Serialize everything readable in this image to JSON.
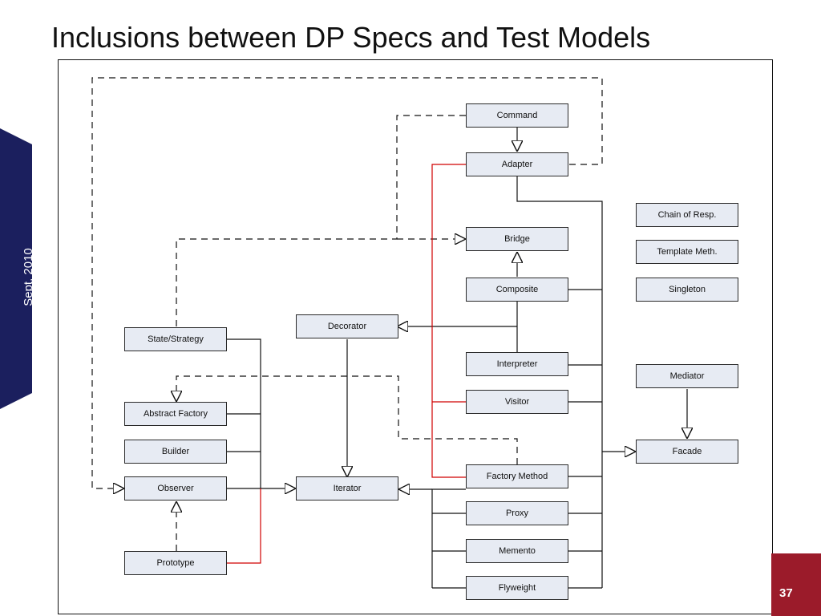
{
  "slide": {
    "title": "Inclusions between DP Specs and Test Models",
    "side_label": "Sept. 2010",
    "page_number": "37",
    "colors": {
      "sidebar": "#1b1f5e",
      "badge": "#9b1b2a",
      "box_fill": "#e7ebf3",
      "red_line": "#d00000"
    }
  },
  "diagram": {
    "boxes": {
      "command": "Command",
      "adapter": "Adapter",
      "bridge": "Bridge",
      "composite": "Composite",
      "decorator": "Decorator",
      "state_strategy": "State/Strategy",
      "interpreter": "Interpreter",
      "visitor": "Visitor",
      "abstract_factory": "Abstract Factory",
      "builder": "Builder",
      "observer": "Observer",
      "iterator": "Iterator",
      "factory_method": "Factory Method",
      "proxy": "Proxy",
      "memento": "Memento",
      "flyweight": "Flyweight",
      "prototype": "Prototype",
      "chain_of_resp": "Chain of Resp.",
      "template_meth": "Template Meth.",
      "singleton": "Singleton",
      "mediator": "Mediator",
      "facade": "Facade"
    }
  }
}
